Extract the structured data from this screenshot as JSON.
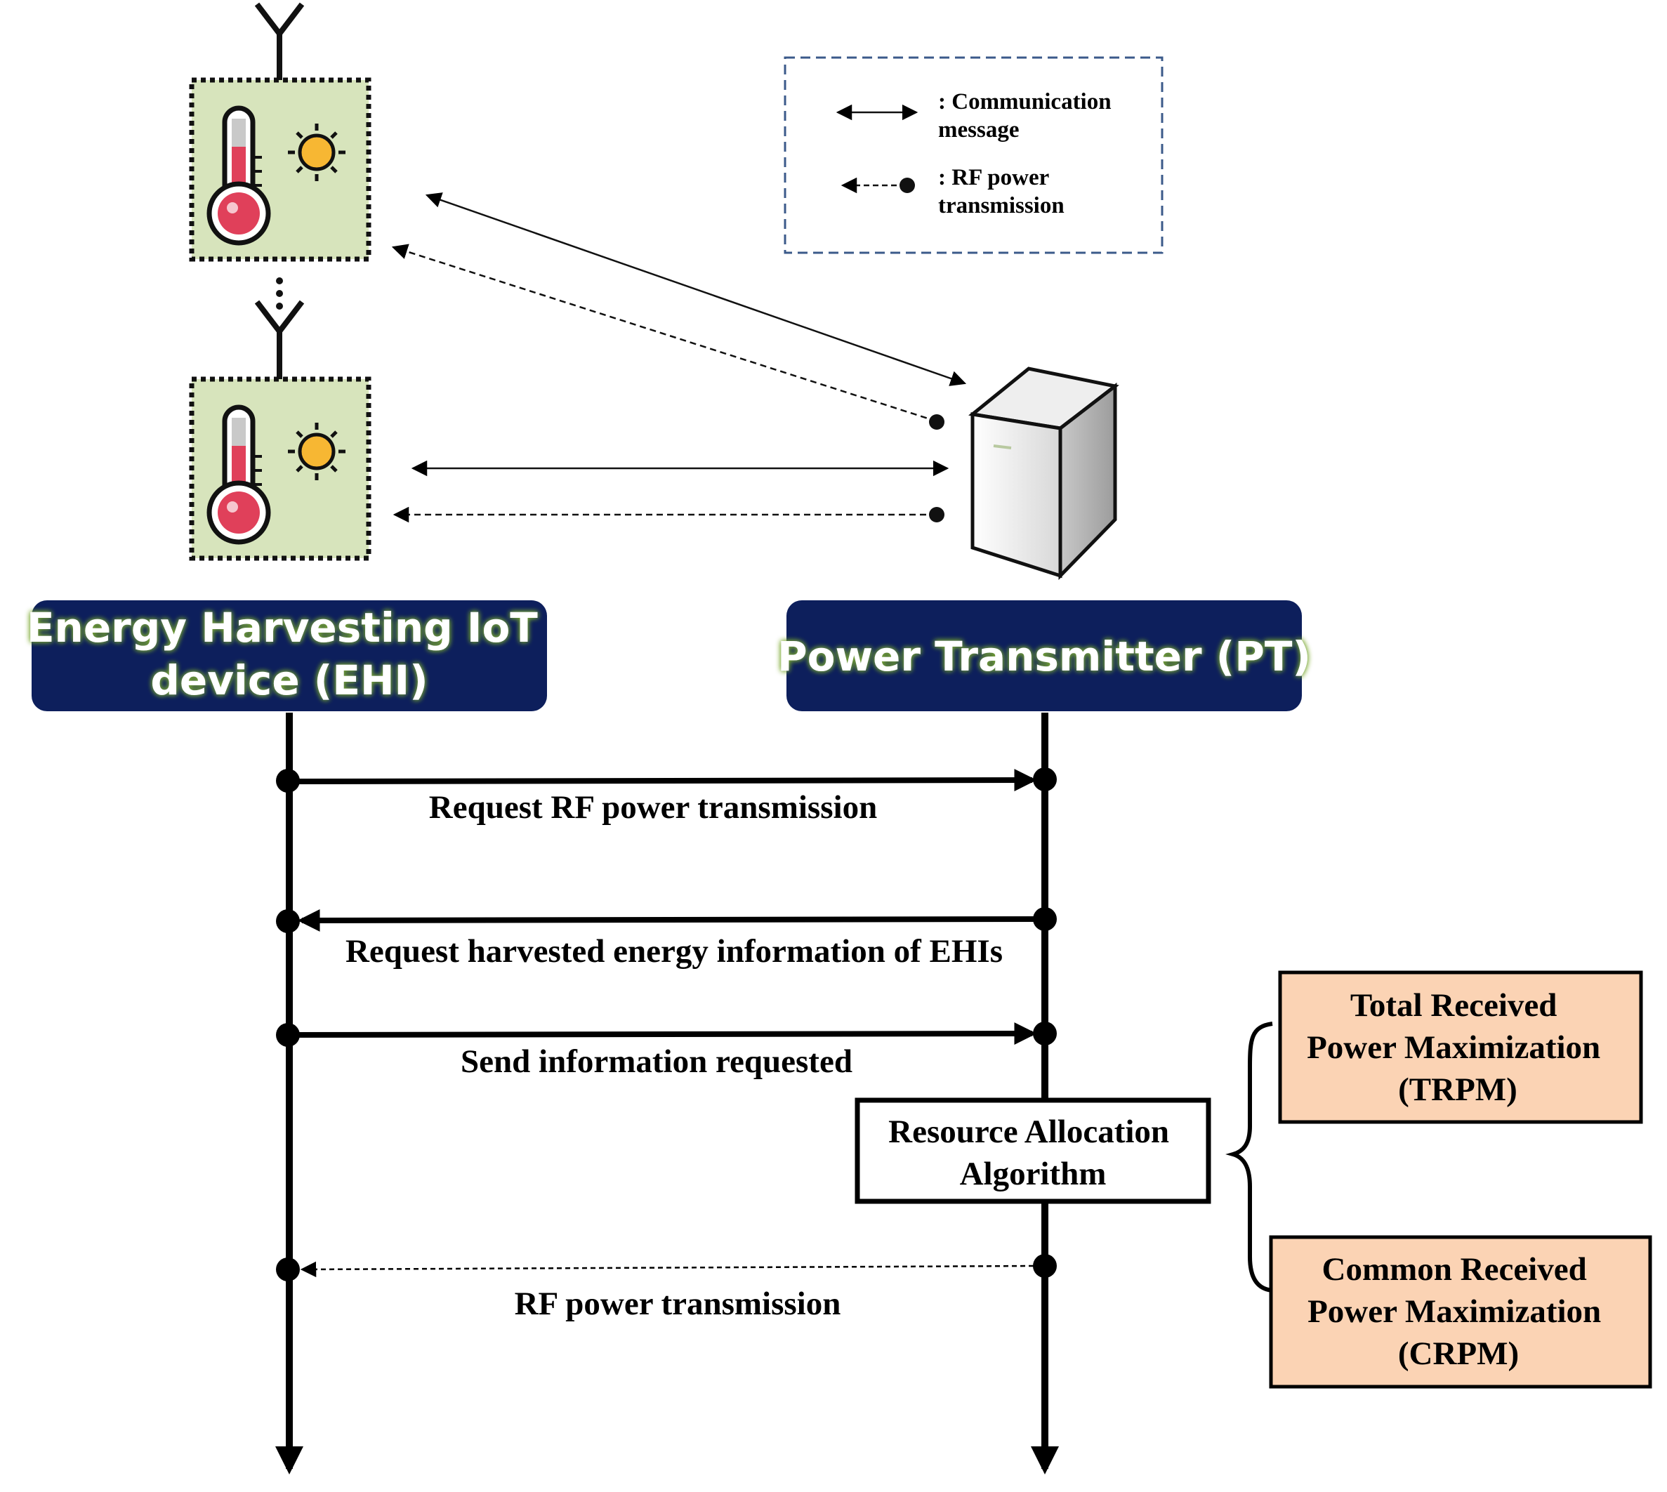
{
  "legend": {
    "communication": ": Communication message",
    "communication_lines": [
      ": Communication",
      "message"
    ],
    "rf": ": RF power transmission",
    "rf_lines": [
      ": RF power",
      "transmission"
    ]
  },
  "actors": {
    "ehi_lines": [
      "Energy Harvesting IoT",
      "device (EHI)"
    ],
    "pt": "Power Transmitter (PT)"
  },
  "messages": {
    "request_rf": "Request RF power transmission",
    "request_info": "Request harvested energy information of EHIs",
    "send_info": "Send information requested",
    "rf_transmission": "RF power transmission"
  },
  "algorithm": {
    "lines": [
      "Resource Allocation",
      "Algorithm"
    ]
  },
  "methods": {
    "trpm_lines": [
      "Total Received",
      "Power Maximization",
      "(TRPM)"
    ],
    "crpm_lines": [
      "Common Received",
      "Power Maximization",
      "(CRPM)"
    ]
  },
  "colors": {
    "actor_bg": "#0d1f5c",
    "actor_glow": "#7aa832",
    "sensor_bg": "#d7e4bc",
    "method_bg": "#fbd3b4",
    "legend_border": "#3b5a8a",
    "thermo_red": "#e0405a",
    "sun": "#f7b733"
  }
}
